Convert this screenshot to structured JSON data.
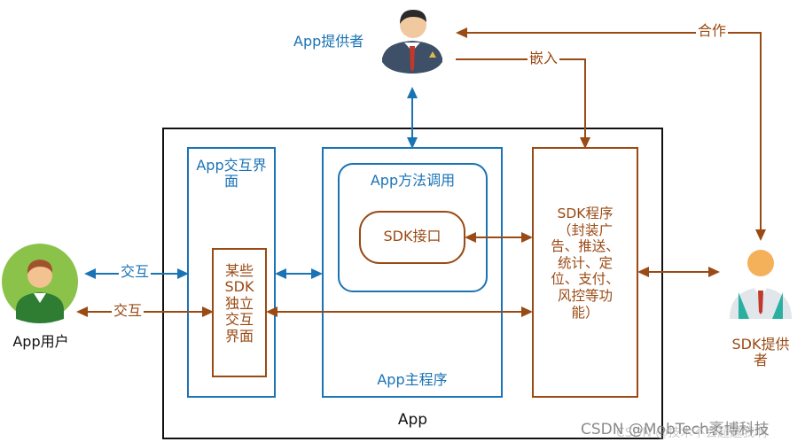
{
  "app_provider": "App提供者",
  "app_user": "App用户",
  "sdk_provider": [
    "SDK提供",
    "者"
  ],
  "app_box_label": "App",
  "app_ui_box": [
    "App交互界",
    "面"
  ],
  "sdk_ui_box": [
    "某些",
    "SDK",
    "独立",
    "交互",
    "界面"
  ],
  "app_method_box": "App方法调用",
  "sdk_interface_box": "SDK接口",
  "app_main_box": "App主程序",
  "sdk_program_box": [
    "SDK程序",
    "（封装广",
    "告、推送、",
    "统计、定",
    "位、支付、",
    "风控等功",
    "能）"
  ],
  "edge_labels": {
    "cooperate": "合作",
    "embed": "嵌入",
    "interact_blue": "交互",
    "interact_brown": "交互"
  },
  "watermark": "CSDN @MobTech袤博科技",
  "watermark_faint": "CSDN @技术不会超越我啊",
  "colors": {
    "blue": "#1a73b5",
    "brown": "#9a4a14",
    "black": "#111111"
  }
}
